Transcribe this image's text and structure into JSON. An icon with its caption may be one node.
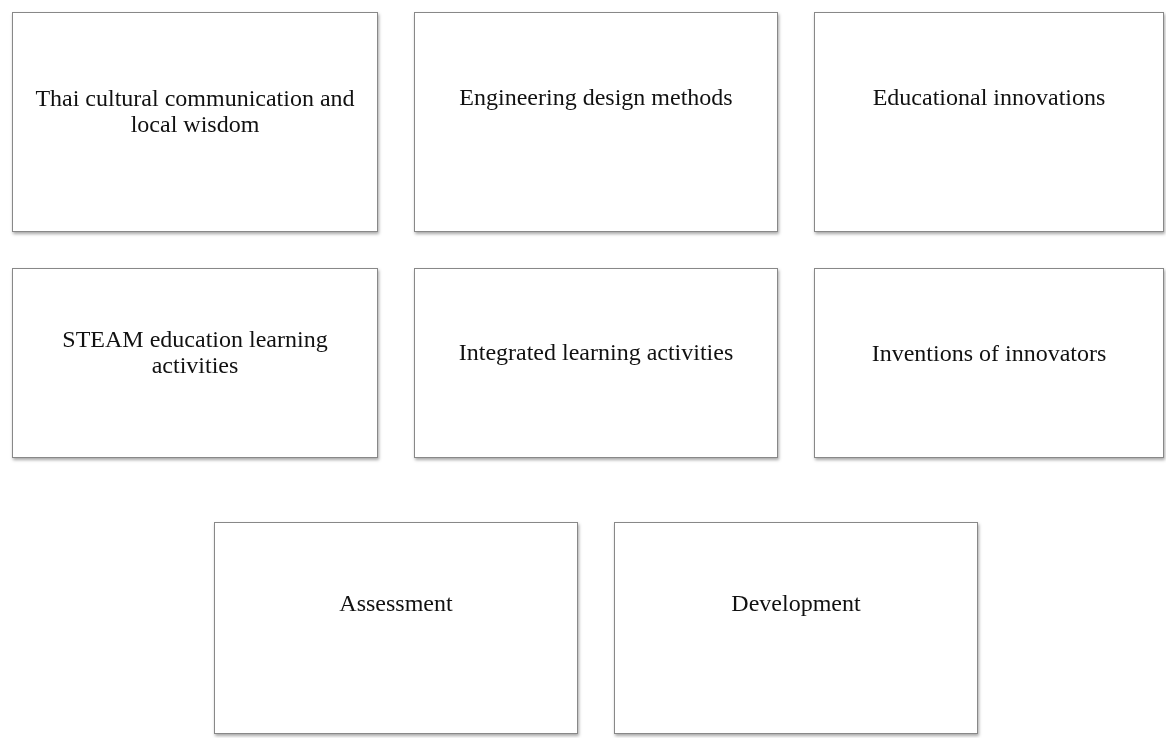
{
  "diagram": {
    "nodes": [
      {
        "text": [
          "Thai cultural communication and local wisdom"
        ]
      },
      {
        "text": [
          "Engineering design methods"
        ]
      },
      {
        "text": [
          "Educational innovations"
        ]
      },
      {
        "text": [
          "STEAM education learning activities"
        ]
      },
      {
        "text": [
          "Integrated learning activities"
        ]
      },
      {
        "text": [
          "Inventions of innovators"
        ]
      },
      {
        "text": [
          "Assessment"
        ]
      },
      {
        "text": [
          "Development"
        ]
      }
    ]
  }
}
